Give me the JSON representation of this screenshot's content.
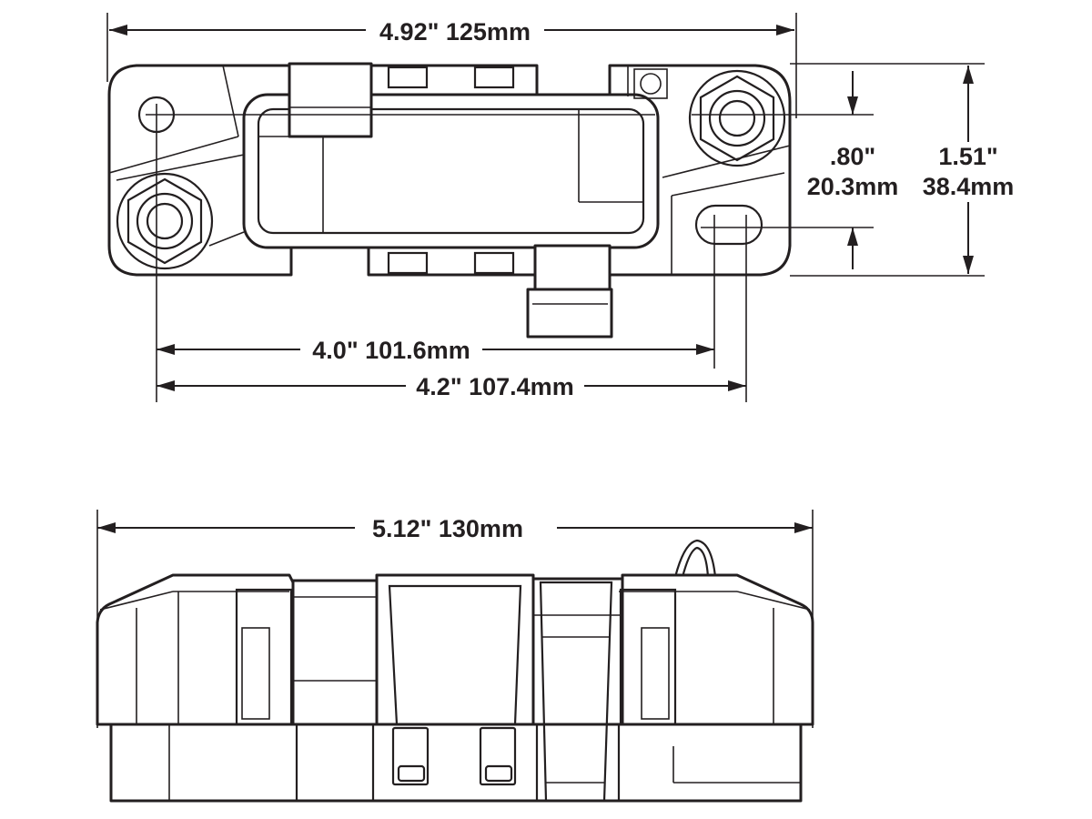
{
  "dimensions": {
    "top_width": "4.92\" 125mm",
    "stud_spacing_outer": "4.0\" 101.6mm",
    "stud_spacing_slot": "4.2\" 107.4mm",
    "offset_in": ".80\"",
    "offset_mm": "20.3mm",
    "height_in": "1.51\"",
    "height_mm": "38.4mm",
    "side_width": "5.12\" 130mm"
  }
}
